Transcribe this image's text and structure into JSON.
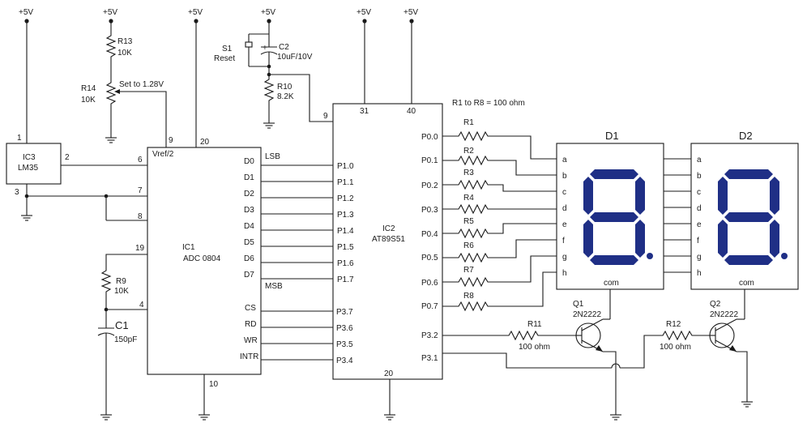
{
  "supply": {
    "label": "+5V"
  },
  "ic3": {
    "name": "IC3",
    "part": "LM35",
    "pin1": "1",
    "pin2": "2",
    "pin3": "3"
  },
  "ic1": {
    "name": "IC1",
    "part": "ADC 0804",
    "vref": "Vref/2",
    "pins": {
      "p9": "9",
      "p20": "20",
      "p6": "6",
      "p7": "7",
      "p8": "8",
      "p19": "19",
      "p4": "4",
      "p10": "10"
    },
    "data_pins": [
      "D0",
      "D1",
      "D2",
      "D3",
      "D4",
      "D5",
      "D6",
      "D7"
    ],
    "lsb": "LSB",
    "msb": "MSB",
    "ctrl_pins": [
      "CS",
      "RD",
      "WR",
      "INTR"
    ]
  },
  "ic2": {
    "name": "IC2",
    "part": "AT89S51",
    "pins": {
      "p9": "9",
      "p31": "31",
      "p40": "40",
      "p20": "20"
    },
    "p1_pins": [
      "P1.0",
      "P1.1",
      "P1.2",
      "P1.3",
      "P1.4",
      "P1.5",
      "P1.6",
      "P1.7"
    ],
    "p3_left": [
      "P3.7",
      "P3.6",
      "P3.5",
      "P3.4"
    ],
    "p0_pins": [
      "P0.0",
      "P0.1",
      "P0.2",
      "P0.3",
      "P0.4",
      "P0.5",
      "P0.6",
      "P0.7"
    ],
    "p3_right": [
      "P3.2",
      "P3.1"
    ]
  },
  "resistors": {
    "r13": {
      "name": "R13",
      "value": "10K"
    },
    "r14": {
      "name": "R14",
      "value": "10K",
      "note": "Set to 1.28V"
    },
    "r10": {
      "name": "R10",
      "value": "8.2K"
    },
    "r9": {
      "name": "R9",
      "value": "10K"
    },
    "r11": {
      "name": "R11",
      "value": "100 ohm"
    },
    "r12": {
      "name": "R12",
      "value": "100 ohm"
    },
    "bank_note": "R1 to R8 = 100 ohm",
    "bank": [
      "R1",
      "R2",
      "R3",
      "R4",
      "R5",
      "R6",
      "R7",
      "R8"
    ]
  },
  "capacitors": {
    "c2": {
      "name": "C2",
      "value": "10uF/10V"
    },
    "c1": {
      "name": "C1",
      "value": "150pF"
    }
  },
  "switch": {
    "name": "S1",
    "label": "Reset"
  },
  "transistors": {
    "q1": {
      "name": "Q1",
      "part": "2N2222"
    },
    "q2": {
      "name": "Q2",
      "part": "2N2222"
    }
  },
  "displays": {
    "d1": {
      "name": "D1"
    },
    "d2": {
      "name": "D2"
    },
    "segments": [
      "a",
      "b",
      "c",
      "d",
      "e",
      "f",
      "g",
      "h"
    ],
    "common": "com"
  }
}
